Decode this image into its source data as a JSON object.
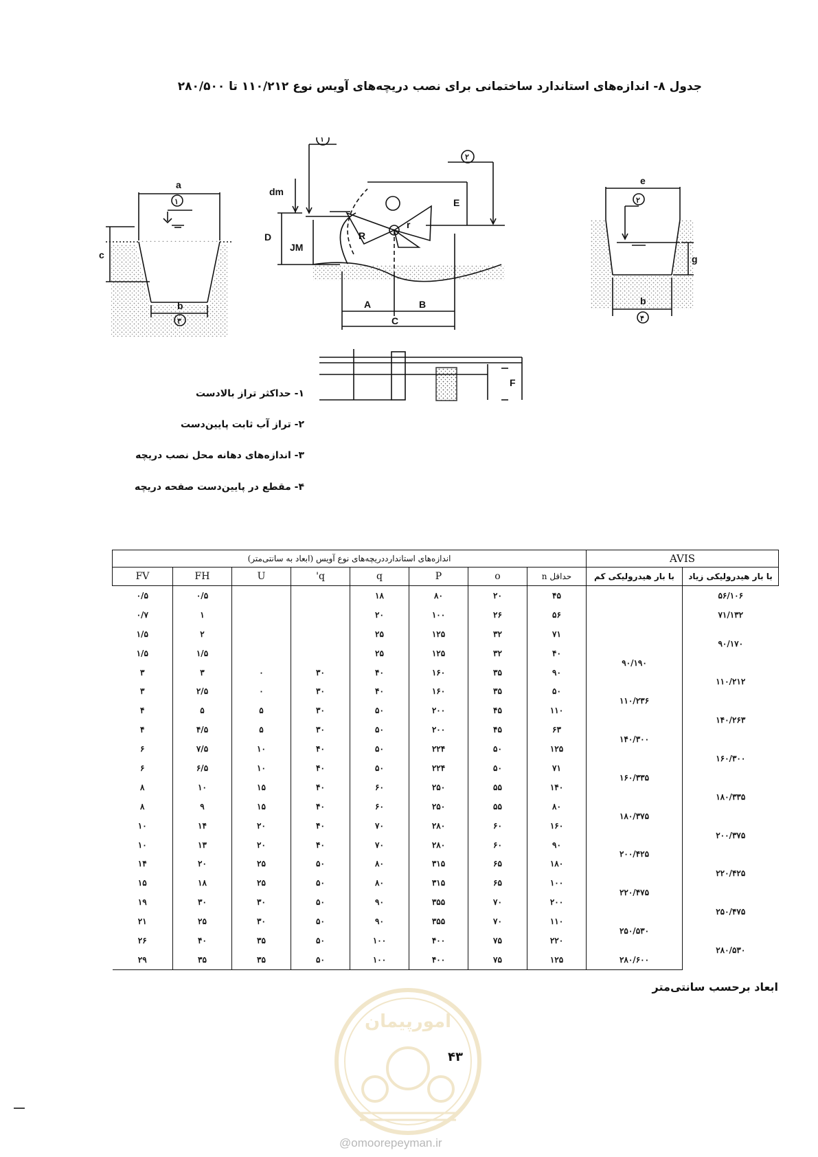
{
  "title": "جدول ۸- اندازه‌های استاندارد ساختمانی برای نصب دریچه‌های آویس نوع ۱۱۰/۲۱۲ تا ۲۸۰/۵۰۰",
  "diagram": {
    "circle_labels": [
      "۱",
      "۲",
      "۳",
      "۴"
    ],
    "dim_labels": {
      "a": "a",
      "b": "b",
      "c": "c",
      "e": "e",
      "g": "g",
      "dm": "dm",
      "E": "E",
      "D": "D",
      "JM": "JM",
      "R": "R",
      "r": "r",
      "A": "A",
      "B": "B",
      "C": "C",
      "F": "F"
    }
  },
  "legend": [
    "۱- حداکثر تراز بالادست",
    "۲- تراز آب ثابت پایین‌دست",
    "۳- اندازه‌های دهانه محل نصب دریچه",
    "۴- مقطع در پایین‌دست صفحه دریچه"
  ],
  "table": {
    "avis_header": "AVIS",
    "group_header": "اندازه‌های استاندارددریچه‌های نوع آویس (ابعاد به سانتی‌متر)",
    "col_high": "با بار هیدرولیکی زیاد",
    "col_low": "با بار هیدرولیکی کم",
    "columns": [
      "حداقل n",
      "o",
      "P",
      "q",
      "q'",
      "U",
      "FH",
      "FV"
    ],
    "rows": [
      [
        "۴۵",
        "۲۰",
        "۸۰",
        "۱۸",
        "",
        "",
        "۰/۵",
        "۰/۵"
      ],
      [
        "۵۶",
        "۲۶",
        "۱۰۰",
        "۲۰",
        "",
        "",
        "۱",
        "۰/۷"
      ],
      [
        "۷۱",
        "۳۲",
        "۱۲۵",
        "۲۵",
        "",
        "",
        "۲",
        "۱/۵"
      ],
      [
        "۴۰",
        "۳۲",
        "۱۲۵",
        "۲۵",
        "",
        "",
        "۱/۵",
        "۱/۵"
      ],
      [
        "۹۰",
        "۳۵",
        "۱۶۰",
        "۴۰",
        "۳۰",
        "۰",
        "۳",
        "۳"
      ],
      [
        "۵۰",
        "۳۵",
        "۱۶۰",
        "۴۰",
        "۳۰",
        "۰",
        "۲/۵",
        "۳"
      ],
      [
        "۱۱۰",
        "۴۵",
        "۲۰۰",
        "۵۰",
        "۳۰",
        "۵",
        "۵",
        "۴"
      ],
      [
        "۶۳",
        "۴۵",
        "۲۰۰",
        "۵۰",
        "۳۰",
        "۵",
        "۴/۵",
        "۴"
      ],
      [
        "۱۲۵",
        "۵۰",
        "۲۲۴",
        "۵۰",
        "۴۰",
        "۱۰",
        "۷/۵",
        "۶"
      ],
      [
        "۷۱",
        "۵۰",
        "۲۲۴",
        "۵۰",
        "۴۰",
        "۱۰",
        "۶/۵",
        "۶"
      ],
      [
        "۱۴۰",
        "۵۵",
        "۲۵۰",
        "۶۰",
        "۴۰",
        "۱۵",
        "۱۰",
        "۸"
      ],
      [
        "۸۰",
        "۵۵",
        "۲۵۰",
        "۶۰",
        "۴۰",
        "۱۵",
        "۹",
        "۸"
      ],
      [
        "۱۶۰",
        "۶۰",
        "۲۸۰",
        "۷۰",
        "۴۰",
        "۲۰",
        "۱۴",
        "۱۰"
      ],
      [
        "۹۰",
        "۶۰",
        "۲۸۰",
        "۷۰",
        "۴۰",
        "۲۰",
        "۱۳",
        "۱۰"
      ],
      [
        "۱۸۰",
        "۶۵",
        "۳۱۵",
        "۸۰",
        "۵۰",
        "۲۵",
        "۲۰",
        "۱۴"
      ],
      [
        "۱۰۰",
        "۶۵",
        "۳۱۵",
        "۸۰",
        "۵۰",
        "۲۵",
        "۱۸",
        "۱۵"
      ],
      [
        "۲۰۰",
        "۷۰",
        "۳۵۵",
        "۹۰",
        "۵۰",
        "۳۰",
        "۳۰",
        "۱۹"
      ],
      [
        "۱۱۰",
        "۷۰",
        "۳۵۵",
        "۹۰",
        "۵۰",
        "۳۰",
        "۲۵",
        "۲۱"
      ],
      [
        "۲۲۰",
        "۷۵",
        "۴۰۰",
        "۱۰۰",
        "۵۰",
        "۳۵",
        "۴۰",
        "۲۶"
      ],
      [
        "۱۲۵",
        "۷۵",
        "۴۰۰",
        "۱۰۰",
        "۵۰",
        "۳۵",
        "۳۵",
        "۲۹"
      ]
    ],
    "high_values": [
      "۵۶/۱۰۶",
      "۷۱/۱۳۲",
      "۹۰/۱۷۰",
      "۱۱۰/۲۱۲",
      "۱۴۰/۲۶۳",
      "۱۶۰/۳۰۰",
      "۱۸۰/۳۳۵",
      "۲۰۰/۳۷۵",
      "۲۲۰/۴۲۵",
      "۲۵۰/۴۷۵",
      "۲۸۰/۵۳۰"
    ],
    "low_values": [
      "۹۰/۱۹۰",
      "۱۱۰/۲۳۶",
      "۱۴۰/۳۰۰",
      "۱۶۰/۳۳۵",
      "۱۸۰/۳۷۵",
      "۲۰۰/۴۲۵",
      "۲۲۰/۴۷۵",
      "۲۵۰/۵۳۰",
      "۲۸۰/۶۰۰"
    ]
  },
  "footnote": "ابعاد برحسب سانتی‌متر",
  "page_number": "۴۳",
  "watermark_site": "omoorepeyman.ir",
  "seal_text": "امورپیمان"
}
